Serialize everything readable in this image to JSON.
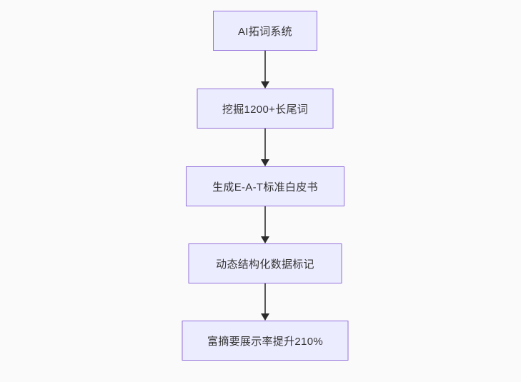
{
  "diagram": {
    "type": "flowchart",
    "direction": "top-down",
    "nodes": [
      {
        "id": "n1",
        "label": "AI拓词系统"
      },
      {
        "id": "n2",
        "label": "挖掘1200+长尾词"
      },
      {
        "id": "n3",
        "label": "生成E-A-T标准白皮书"
      },
      {
        "id": "n4",
        "label": "动态结构化数据标记"
      },
      {
        "id": "n5",
        "label": "富摘要展示率提升210%"
      }
    ],
    "edges": [
      {
        "from": "n1",
        "to": "n2"
      },
      {
        "from": "n2",
        "to": "n3"
      },
      {
        "from": "n3",
        "to": "n4"
      },
      {
        "from": "n4",
        "to": "n5"
      }
    ],
    "colors": {
      "background": "#fafafa",
      "node_fill": "#ECECFF",
      "node_border": "#9370DB",
      "node_text": "#333333",
      "arrow_line": "#595959",
      "arrow_head": "#2b2b2b"
    }
  }
}
